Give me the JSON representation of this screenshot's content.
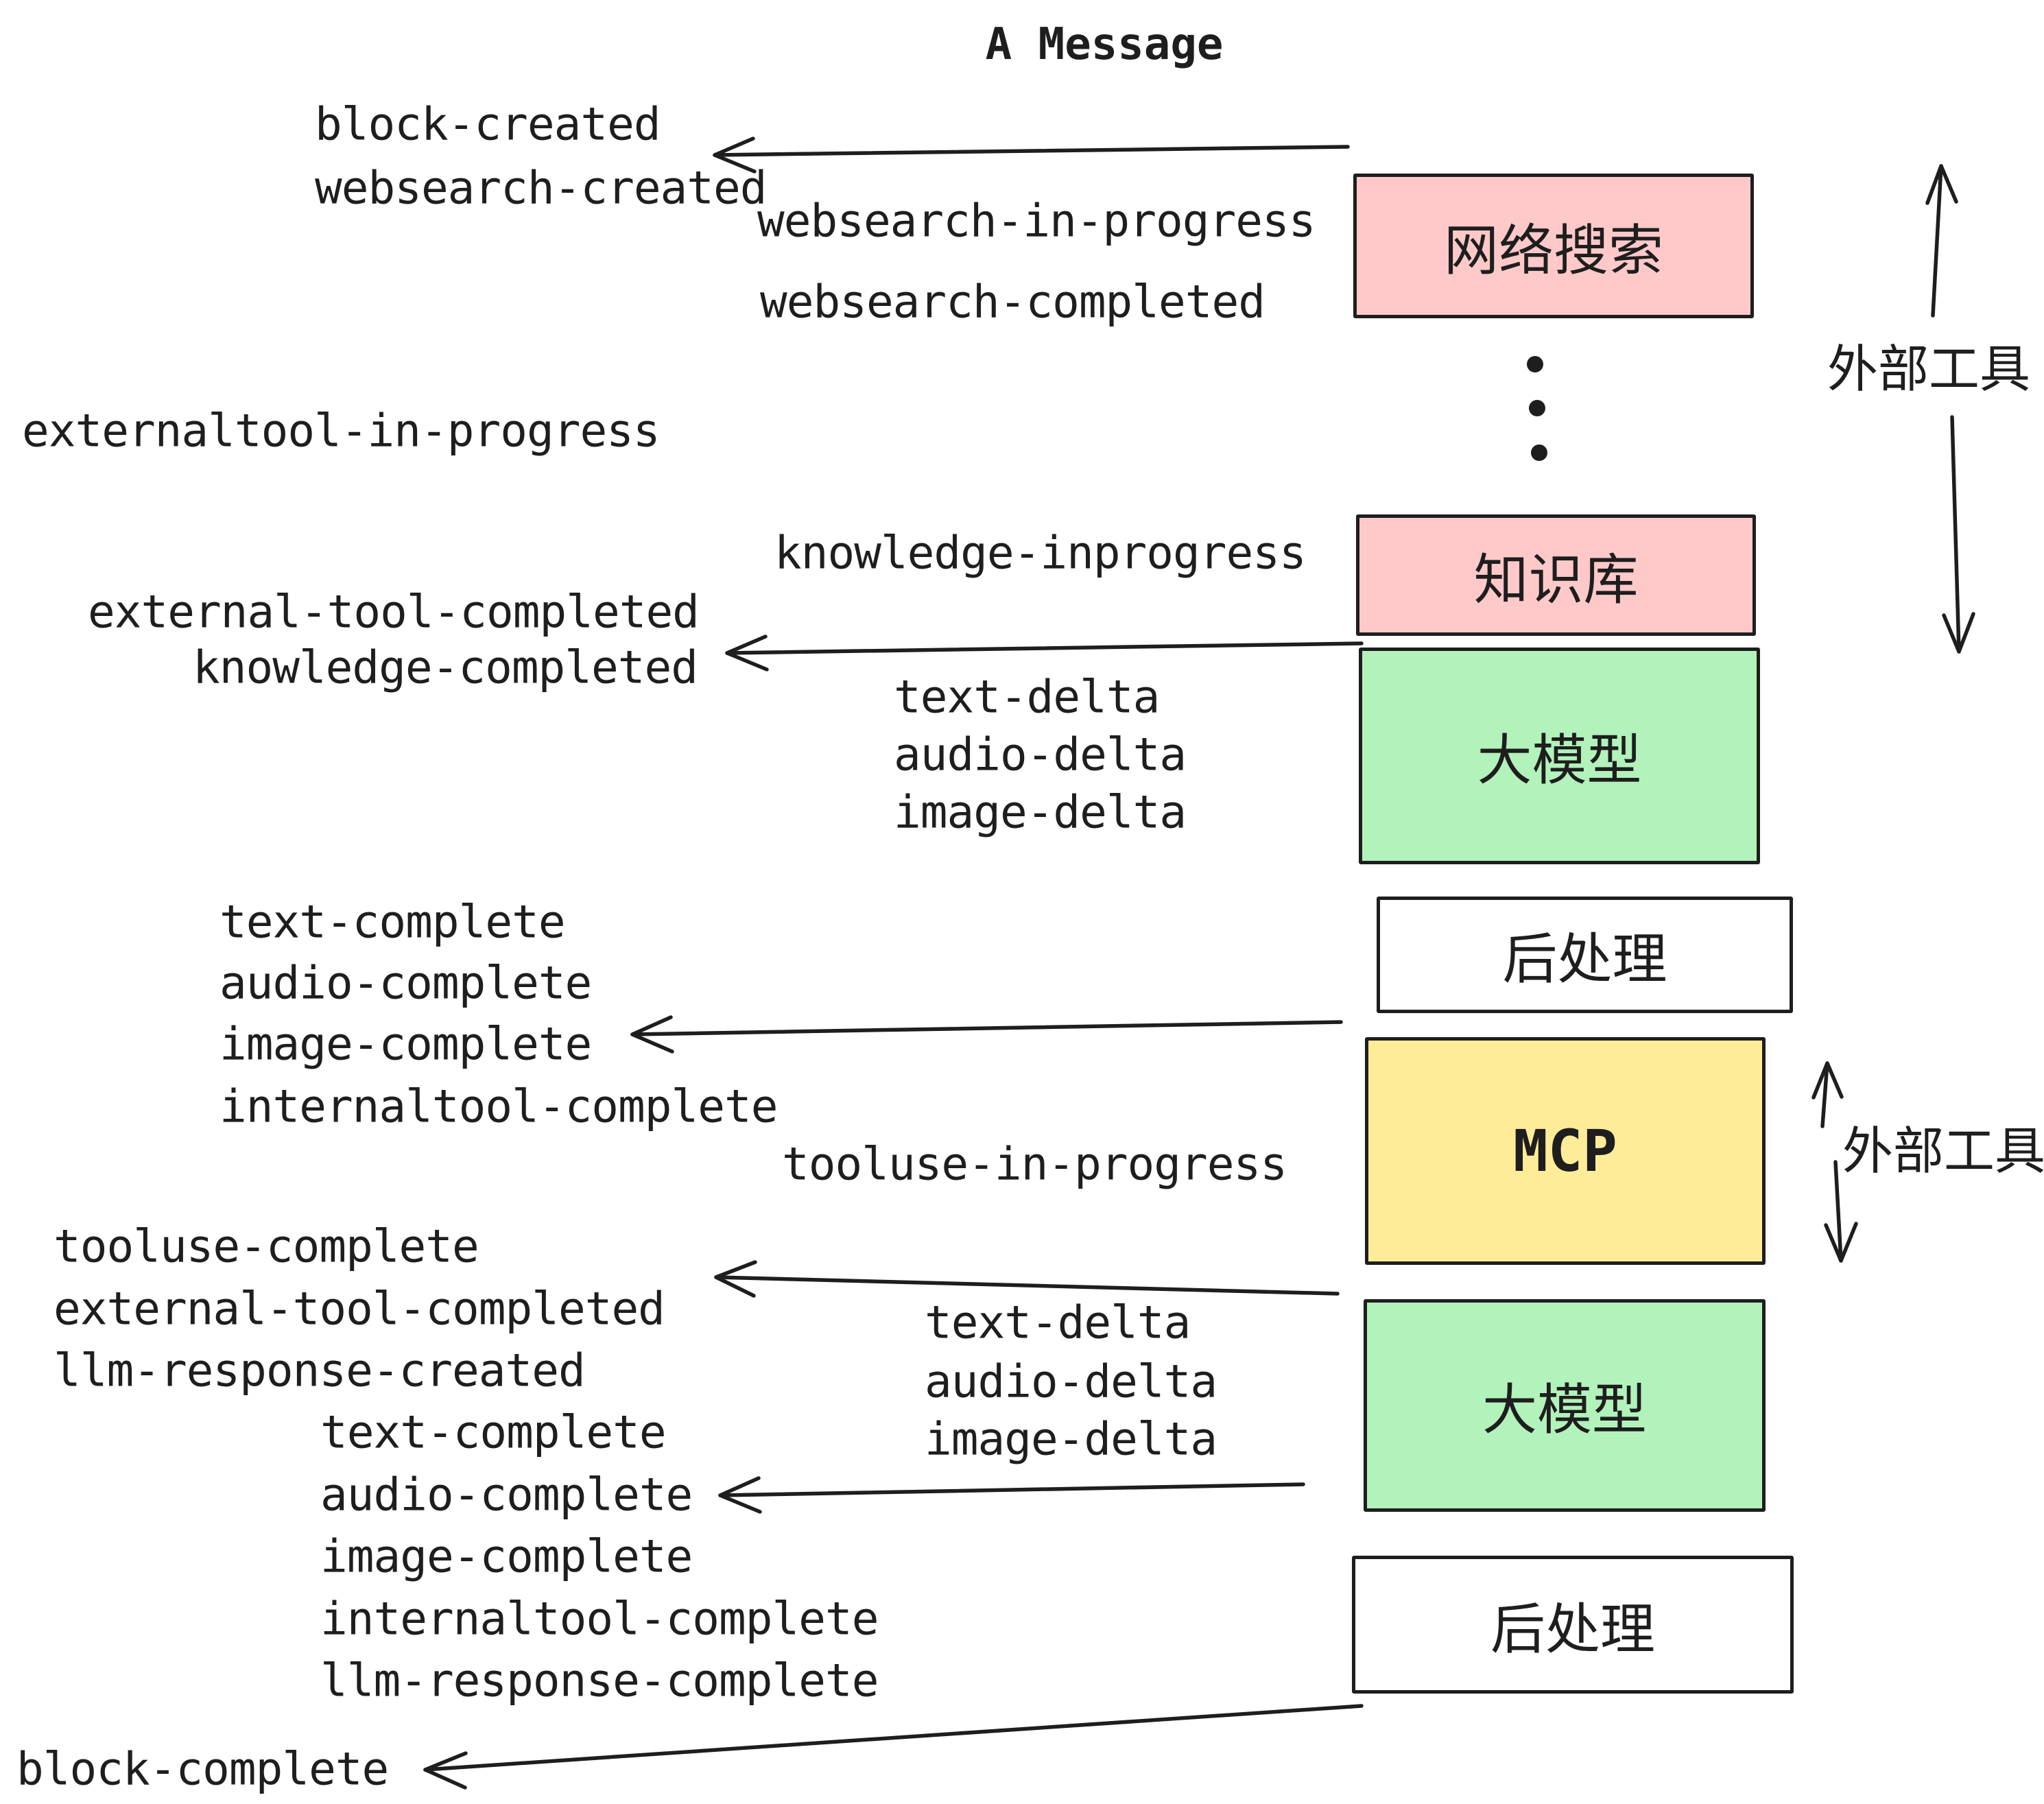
{
  "title": "A Message",
  "colors": {
    "ink": "#1e1e1e",
    "pink": "#ffc9c9",
    "green": "#b2f2bb",
    "yellow": "#ffec99",
    "white": "#ffffff"
  },
  "events": {
    "block_created": "block-created",
    "websearch_created": "websearch-created",
    "websearch_in_progress": "websearch-in-progress",
    "websearch_completed": "websearch-completed",
    "externaltool_in_progress": "externaltool-in-progress",
    "knowledge_inprogress": "knowledge-inprogress",
    "external_tool_completed": "external-tool-completed",
    "knowledge_completed": "knowledge-completed",
    "text_delta": "text-delta",
    "audio_delta": "audio-delta",
    "image_delta": "image-delta",
    "text_complete": "text-complete",
    "audio_complete": "audio-complete",
    "image_complete": "image-complete",
    "internaltool_complete": "internaltool-complete",
    "tooluse_in_progress": "tooluse-in-progress",
    "tooluse_complete": "tooluse-complete",
    "external_tool_completed_2": "external-tool-completed",
    "llm_response_created": "llm-response-created",
    "text_delta_2": "text-delta",
    "audio_delta_2": "audio-delta",
    "image_delta_2": "image-delta",
    "text_complete_2": "text-complete",
    "audio_complete_2": "audio-complete",
    "image_complete_2": "image-complete",
    "internaltool_complete_2": "internaltool-complete",
    "llm_response_complete": "llm-response-complete",
    "block_complete": "block-complete"
  },
  "boxes": {
    "web_search": "网络搜索",
    "knowledge_base": "知识库",
    "llm_1": "大模型",
    "post_process_1": "后处理",
    "mcp": "MCP",
    "llm_2": "大模型",
    "post_process_2": "后处理"
  },
  "annotations": {
    "external_tools_1": "外部工具",
    "external_tools_2": "外部工具"
  }
}
